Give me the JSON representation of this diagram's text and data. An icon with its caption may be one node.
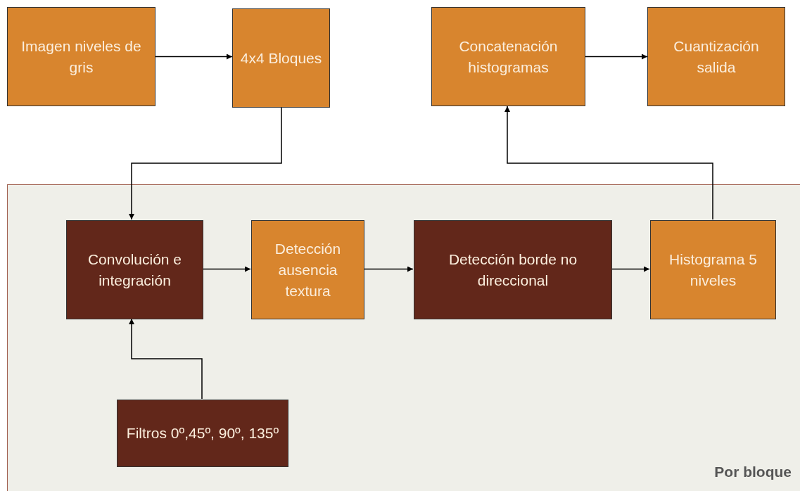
{
  "diagram": {
    "nodes": [
      {
        "text": [
          "Imagen niveles de gris"
        ]
      },
      {
        "text": [
          "4x4 Bloques"
        ]
      },
      {
        "text": [
          "Concatenación histogramas"
        ]
      },
      {
        "text": [
          "Cuantización salida"
        ]
      },
      {
        "text": [
          "Por bloque"
        ]
      },
      {
        "text": [
          "Convolución e integración"
        ],
        "in": 4
      },
      {
        "text": [
          "Detección ausencia textura"
        ],
        "in": 4
      },
      {
        "text": [
          "Detección borde no direccional"
        ],
        "in": 4
      },
      {
        "text": [
          "Histograma 5 niveles"
        ],
        "in": 4
      },
      {
        "text": [
          "Filtros 0º,45º, 90º, 135º"
        ],
        "in": 4
      }
    ],
    "edges": [
      {
        "from": 0,
        "to": 1,
        "arrow": "to"
      },
      {
        "from": 1,
        "to": 5,
        "arrow": "to"
      },
      {
        "from": 9,
        "to": 5,
        "arrow": "to"
      },
      {
        "from": 5,
        "to": 6,
        "arrow": "to"
      },
      {
        "from": 6,
        "to": 7,
        "arrow": "to"
      },
      {
        "from": 7,
        "to": 8,
        "arrow": "to"
      },
      {
        "from": 8,
        "to": 2,
        "arrow": "to"
      },
      {
        "from": 2,
        "to": 3,
        "arrow": "to"
      }
    ]
  }
}
